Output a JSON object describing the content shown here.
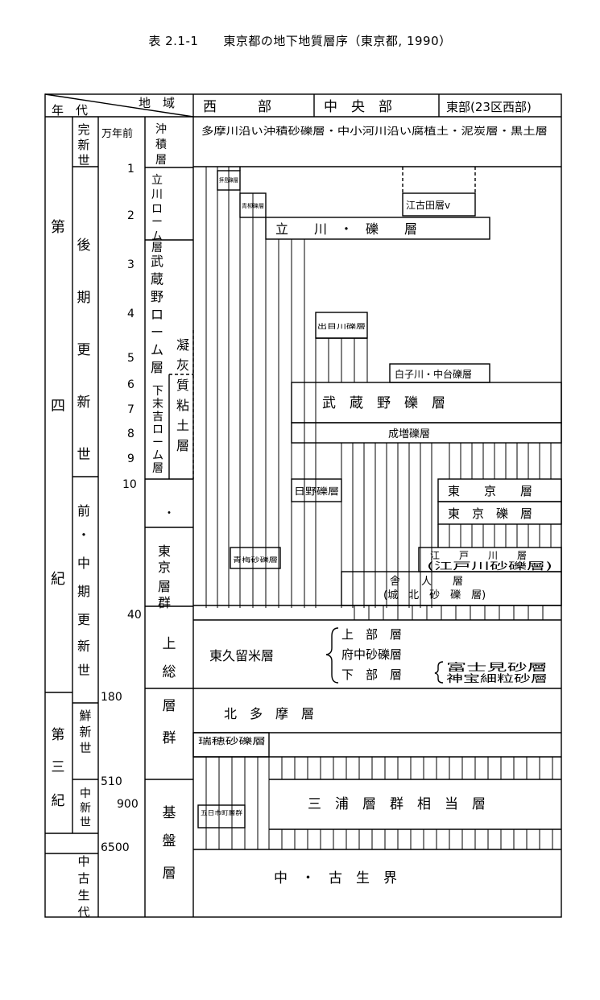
{
  "caption": "表 2.1-1　　東京都の地下地質層序（東京都, 1990）",
  "header": {
    "corner_top": "地　域",
    "corner_bottom": "年　代",
    "west": "西　　　部",
    "central": "中　央　部",
    "east": "東部(23区西部)"
  },
  "eras": {
    "quaternary": "第四紀",
    "tertiary": "第三紀",
    "mesozoic": "中古生代"
  },
  "epochs": {
    "holocene": "完新世",
    "late_pleistocene": "後期更新世",
    "early_middle_pleistocene": "前・中期更新世",
    "pliocene": "鮮新世",
    "miocene": "中新世"
  },
  "age_unit": "万年前",
  "ages": [
    "1",
    "2",
    "3",
    "4",
    "5",
    "6",
    "7",
    "8",
    "9",
    "10",
    "40",
    "180",
    "510",
    "900",
    "6500"
  ],
  "column_units": {
    "alluvium": "沖積層",
    "tachikawa_loam": "立川ローム層",
    "musashino_loam": "武蔵野ローム層",
    "shimosueyoshi_loam": "下末吉ローム層",
    "tuff_clay": "凝灰質粘土層",
    "dot": "・",
    "tokyo_group": "東京層群",
    "kazusa_group": "上総層群",
    "basement": "基盤層"
  },
  "strata": {
    "alluvial_deposits": "多摩川沿い沖積砂礫層・中小河川沿い腐植土・泥炭層・黒土層",
    "haijima": "拝島礫層",
    "aoyagi": "青柳礫層",
    "egota": "江古田層v",
    "tachikawa_gravel": "立　　川　・　礫　　層",
    "shimmeigawa": "出目川礫層",
    "shirakogawa": "白子川・中台礫層",
    "musashino_gravel": "武　蔵　野　礫　層",
    "narimasu": "成増礫層",
    "hino": "日野礫層",
    "tokyo_formation": "東　　京　　層",
    "tokyo_gravel": "東　京　礫　層",
    "hiyoshi": "青梅砂礫層",
    "edogawa": "江　　戸　　川　　層",
    "edogawa_gravel": "(江戸川砂礫層)",
    "kuraido": "舎　　人　　層",
    "johoku": "(城　北　砂　礫　層)",
    "higashikurume": "東久留米層",
    "upper": "上　部　層",
    "fuchu": "府中砂礫層",
    "lower": "下　部　層",
    "fujimi": "富士見砂層",
    "jinbo": "神宝細粒砂層",
    "kitatama": "北　多　摩　層",
    "mizuho": "瑞穂砂礫層",
    "miura": "三　浦　層　群　相　当　層",
    "itsukaichi": "五日市町層群",
    "paleozoic": "中　・　古　生　界"
  }
}
